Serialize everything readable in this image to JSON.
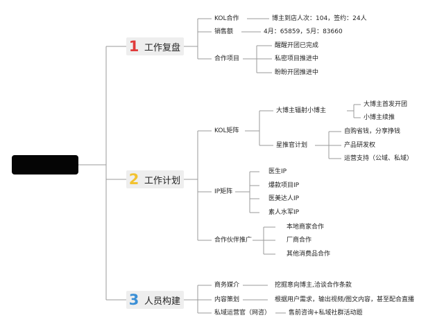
{
  "root": {
    "label": ""
  },
  "sections": [
    {
      "number": "1",
      "color": "#e03a3a",
      "label": "工作复盘",
      "items": [
        {
          "label": "KOL合作",
          "children": [
            "博主到店人次：104，签约：24人"
          ]
        },
        {
          "label": "销售额",
          "children": [
            "4月：65859，5月：83660"
          ]
        },
        {
          "label": "合作项目",
          "children": [
            "醒醒开团已完成",
            "私密项目推进中",
            "盼盼开团推进中"
          ]
        }
      ]
    },
    {
      "number": "2",
      "color": "#f2c230",
      "label": "工作计划",
      "items": [
        {
          "label": "KOL矩阵",
          "subgroups": [
            {
              "label": "大博主辐射小博主",
              "children": [
                "大博主首发开团",
                "小博主续推"
              ]
            },
            {
              "label": "星推官计划",
              "children": [
                "自购省钱，分享挣钱",
                "产品研发权",
                "运营支持（公域、私域）"
              ]
            }
          ]
        },
        {
          "label": "IP矩阵",
          "children": [
            "医生IP",
            "爆款项目IP",
            "医美达人IP",
            "素人水军IP"
          ]
        },
        {
          "label": "合作伙伴推广",
          "children": [
            "本地商家合作",
            "厂商合作",
            "其他消费品合作"
          ]
        }
      ]
    },
    {
      "number": "3",
      "color": "#3a8fd6",
      "label": "人员构建",
      "items": [
        {
          "label": "商务媒介",
          "children": [
            "挖掘意向博主,洽谈合作条款"
          ]
        },
        {
          "label": "内容策划",
          "children": [
            "根据用户需求，输出视频/图文内容，甚至配合直播"
          ]
        },
        {
          "label": "私域运营官（网咨）",
          "children": [
            "售前咨询+私域社群活动题"
          ]
        }
      ]
    }
  ]
}
